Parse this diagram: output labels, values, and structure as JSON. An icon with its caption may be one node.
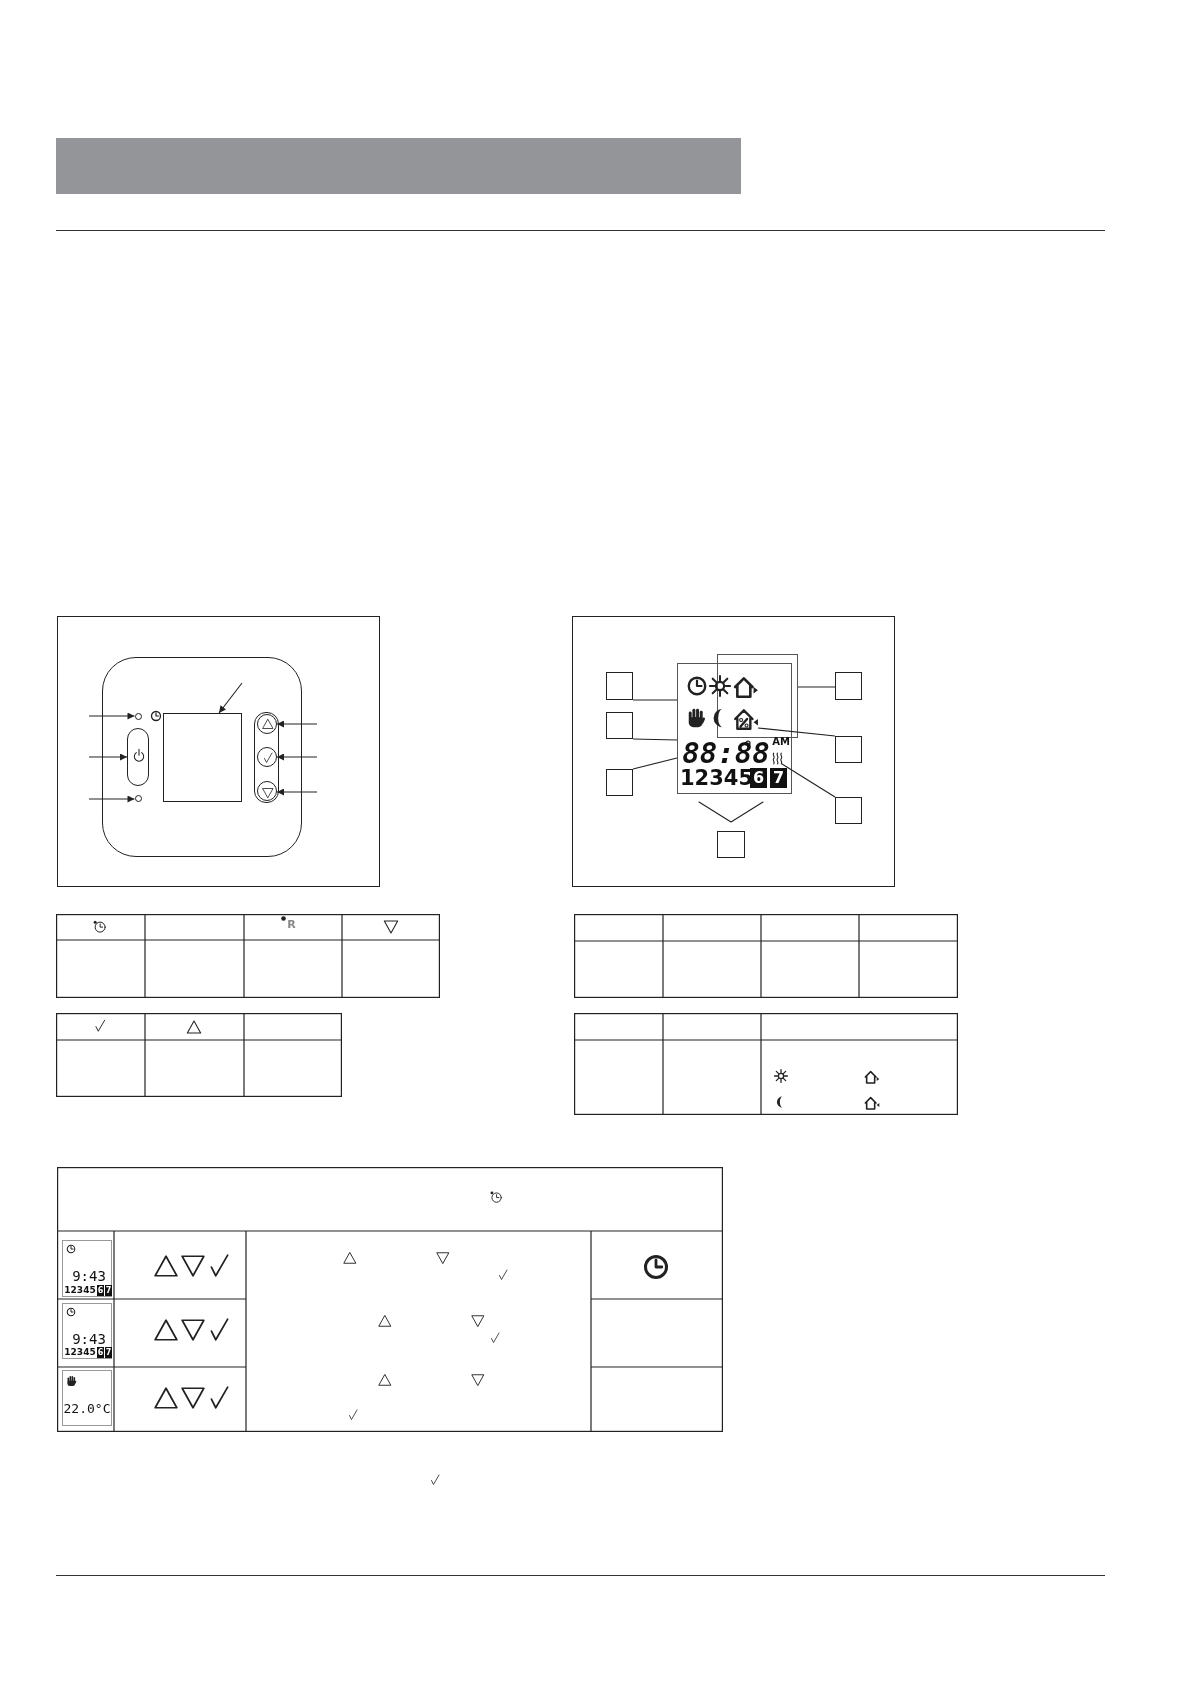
{
  "diagram": {
    "nodes": [
      {
        "text": [],
        "shape": "circle"
      },
      {
        "text": [],
        "shape": "button"
      },
      {
        "text": [],
        "shape": "circle"
      },
      {
        "text": [],
        "shape": "box"
      },
      {
        "text": [],
        "shape": "circle"
      },
      {
        "text": [],
        "shape": "circle"
      },
      {
        "text": [],
        "shape": "circle"
      },
      {
        "text": [],
        "shape": "box"
      },
      {
        "text": [],
        "shape": "box"
      },
      {
        "text": [],
        "shape": "box"
      },
      {
        "text": [],
        "shape": "box"
      },
      {
        "text": [],
        "shape": "box"
      },
      {
        "text": [],
        "shape": "box"
      },
      {
        "text": [],
        "shape": "box"
      },
      {
        "text": [],
        "shape": "box"
      },
      {
        "text": [],
        "shape": "box"
      },
      {
        "text": [],
        "shape": "house",
        "in": 15
      },
      {
        "text": [],
        "shape": "waves",
        "in": 14
      },
      {
        "text": [],
        "shape": "bar"
      }
    ],
    "edges": [
      {
        "from": null,
        "to": 0,
        "arrow": "to"
      },
      {
        "from": null,
        "to": 1,
        "arrow": "to"
      },
      {
        "from": null,
        "to": 2,
        "arrow": "to"
      },
      {
        "from": null,
        "to": 3,
        "arrow": "to"
      },
      {
        "from": null,
        "to": 4,
        "arrow": "to"
      },
      {
        "from": null,
        "to": 5,
        "arrow": "to"
      },
      {
        "from": null,
        "to": 6,
        "arrow": "to"
      },
      {
        "from": 7,
        "to": 14,
        "arrow": "none"
      },
      {
        "from": 8,
        "to": 15,
        "arrow": "none"
      },
      {
        "from": 9,
        "to": 14,
        "arrow": "none"
      },
      {
        "from": 10,
        "to": 16,
        "arrow": "none"
      },
      {
        "from": 11,
        "to": 14,
        "arrow": "none"
      },
      {
        "from": 12,
        "to": 17,
        "arrow": "none"
      }
    ],
    "labels": [
      "88:88",
      "AM",
      "12345",
      "6",
      "7",
      "R",
      "9:43",
      "12345",
      "6",
      "7",
      "9:43",
      "12345",
      "6",
      "7",
      "22.0°C"
    ]
  }
}
